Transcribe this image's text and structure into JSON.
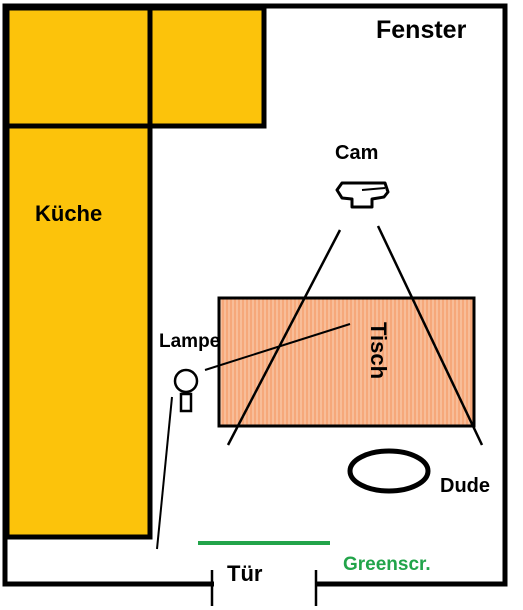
{
  "labels": {
    "window": "Fenster",
    "kitchen": "Küche",
    "camera": "Cam",
    "lamp": "Lampe",
    "table": "Tisch",
    "person": "Dude",
    "door": "Tür",
    "greenscreen": "Greenscr."
  },
  "colors": {
    "wall": "#000000",
    "kitchen": "#fcc30b",
    "table": "#f6a87a",
    "table_grain": "#fbd2b6",
    "greenscreen": "#22a44a",
    "background": "#ffffff"
  },
  "icons": {
    "camera": "camera-icon",
    "lamp": "lamp-icon",
    "person": "person-icon"
  }
}
